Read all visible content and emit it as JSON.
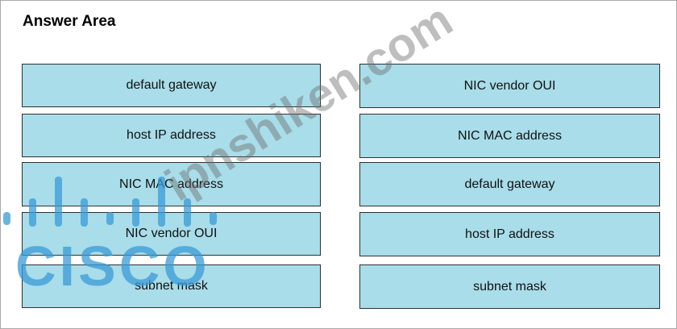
{
  "title": "Answer Area",
  "left_column": [
    {
      "label": "default gateway"
    },
    {
      "label": "host IP address"
    },
    {
      "label": "NIC MAC address"
    },
    {
      "label": "NIC vendor OUI"
    },
    {
      "label": "subnet mask"
    }
  ],
  "right_column": [
    {
      "label": "NIC vendor OUI"
    },
    {
      "label": "NIC MAC address"
    },
    {
      "label": "default gateway"
    },
    {
      "label": "host IP address"
    },
    {
      "label": "subnet mask"
    }
  ],
  "watermarks": {
    "logo_text": "CISCO",
    "site_text": "ipnshiken.com"
  },
  "colors": {
    "box_fill": "#a8dde9",
    "box_border": "#303030",
    "watermark_blue": "#3a9ad6"
  }
}
